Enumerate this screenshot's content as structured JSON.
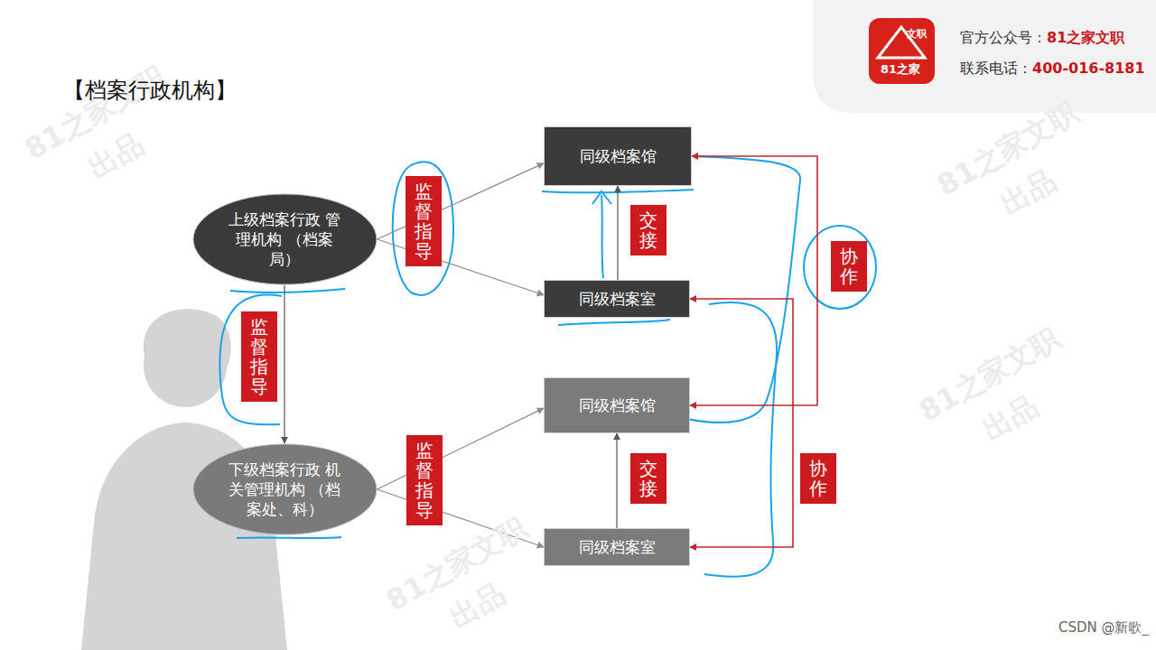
{
  "diagram": {
    "nodes": [
      {
        "text": [
          "上级档案行政 管理机构 （档案局）"
        ]
      },
      {
        "text": [
          "同级档案馆"
        ]
      },
      {
        "text": [
          "同级档案室"
        ]
      },
      {
        "text": [
          "下级档案行政 机关管理机构 （档案处、科）"
        ]
      },
      {
        "text": [
          "同级档案馆"
        ]
      },
      {
        "text": [
          "同级档案室"
        ]
      }
    ],
    "edges": [
      {
        "from": 0,
        "to": 1,
        "arrow": "to",
        "label": "监督指导"
      },
      {
        "from": 0,
        "to": 2,
        "arrow": "to"
      },
      {
        "from": 0,
        "to": 3,
        "arrow": "to",
        "label": "监督指导"
      },
      {
        "from": 3,
        "to": 4,
        "arrow": "to",
        "label": "监督指导"
      },
      {
        "from": 3,
        "to": 5,
        "arrow": "to"
      },
      {
        "from": 2,
        "to": 1,
        "arrow": "to",
        "label": "交接"
      },
      {
        "from": 5,
        "to": 4,
        "arrow": "to",
        "label": "交接"
      },
      {
        "from": 1,
        "to": 4,
        "arrow": "both",
        "label": "协作"
      },
      {
        "from": 2,
        "to": 5,
        "arrow": "both",
        "label": "协作"
      }
    ],
    "labels": [
      "【档案行政机构】",
      "文职",
      "81之家",
      "官方公众号：",
      "81之家文职",
      "联系电话：",
      "400-016-8181",
      "CSDN @新歌_",
      "81之家文职",
      "出品",
      "81之家文职",
      "出品",
      "81之家文职",
      "出品",
      "81之家文职",
      "出品"
    ]
  }
}
